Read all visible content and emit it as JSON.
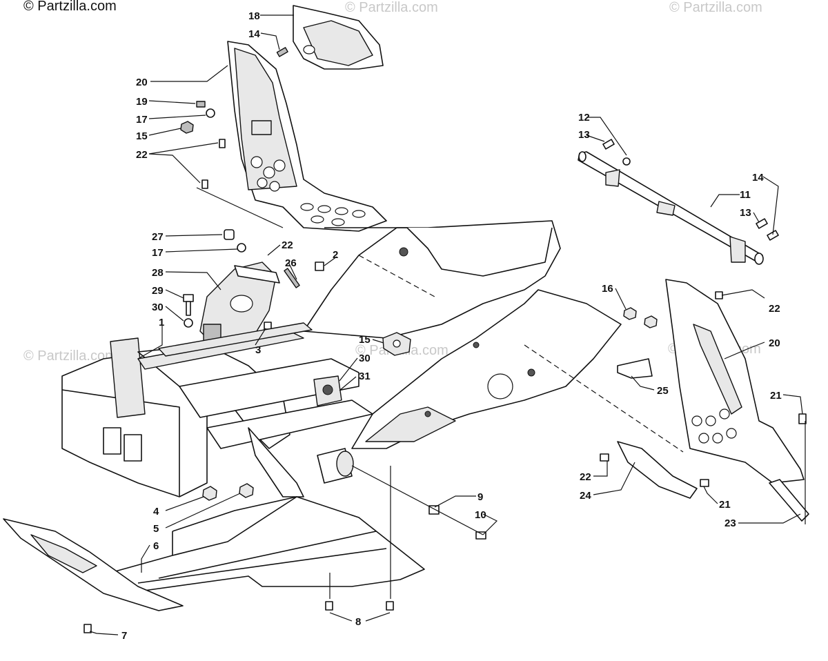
{
  "watermarks": {
    "top_left": "© Partzilla.com",
    "faint": "© Partzilla.com"
  },
  "callouts": [
    {
      "id": "c18a",
      "text": "18"
    },
    {
      "id": "c14a",
      "text": "14"
    },
    {
      "id": "c20a",
      "text": "20"
    },
    {
      "id": "c19",
      "text": "19"
    },
    {
      "id": "c17a",
      "text": "17"
    },
    {
      "id": "c15a",
      "text": "15"
    },
    {
      "id": "c22a",
      "text": "22"
    },
    {
      "id": "c27",
      "text": "27"
    },
    {
      "id": "c17b",
      "text": "17"
    },
    {
      "id": "c22b",
      "text": "22"
    },
    {
      "id": "c26",
      "text": "26"
    },
    {
      "id": "c2",
      "text": "2"
    },
    {
      "id": "c28",
      "text": "28"
    },
    {
      "id": "c29",
      "text": "29"
    },
    {
      "id": "c30a",
      "text": "30"
    },
    {
      "id": "c1",
      "text": "1"
    },
    {
      "id": "c3",
      "text": "3"
    },
    {
      "id": "c15b",
      "text": "15"
    },
    {
      "id": "c30b",
      "text": "30"
    },
    {
      "id": "c31",
      "text": "31"
    },
    {
      "id": "c12",
      "text": "12"
    },
    {
      "id": "c13a",
      "text": "13"
    },
    {
      "id": "c14b",
      "text": "14"
    },
    {
      "id": "c11",
      "text": "11"
    },
    {
      "id": "c13b",
      "text": "13"
    },
    {
      "id": "c16",
      "text": "16"
    },
    {
      "id": "c22c",
      "text": "22"
    },
    {
      "id": "c20b",
      "text": "20"
    },
    {
      "id": "c25",
      "text": "25"
    },
    {
      "id": "c21a",
      "text": "21"
    },
    {
      "id": "c22d",
      "text": "22"
    },
    {
      "id": "c24",
      "text": "24"
    },
    {
      "id": "c21b",
      "text": "21"
    },
    {
      "id": "c23",
      "text": "23"
    },
    {
      "id": "c4",
      "text": "4"
    },
    {
      "id": "c5",
      "text": "5"
    },
    {
      "id": "c6",
      "text": "6"
    },
    {
      "id": "c9",
      "text": "9"
    },
    {
      "id": "c10",
      "text": "10"
    },
    {
      "id": "c8",
      "text": "8"
    },
    {
      "id": "c7",
      "text": "7"
    }
  ],
  "colors": {
    "line": "#111111",
    "watermark": "#c8c8c8",
    "background": "#ffffff"
  }
}
